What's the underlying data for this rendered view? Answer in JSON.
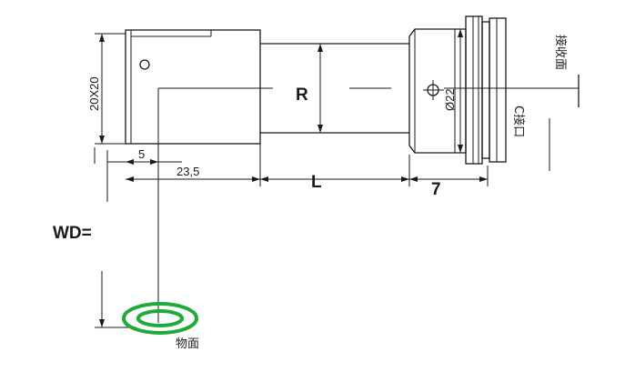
{
  "labels": {
    "height_dim": "20X20",
    "dim_5": "5",
    "dim_23_5": "23,5",
    "dim_L": "L",
    "dim_7": "7",
    "dim_R": "R",
    "diameter": "Ø22",
    "receiving_surface": "接收面",
    "c_mount": "C接口",
    "wd": "WD=",
    "object_surface": "物面"
  },
  "colors": {
    "ring": "#1faa3a",
    "line": "#1a1a1a"
  }
}
